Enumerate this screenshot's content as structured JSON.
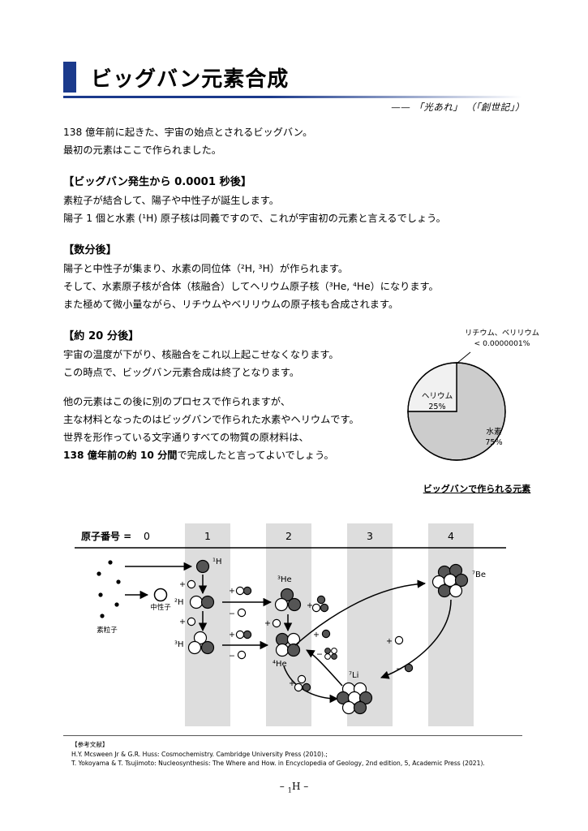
{
  "document": {
    "title": "ビッグバン元素合成",
    "subtitle": "—— 「光あれ」 （「創世記」）",
    "accent_color": "#1b3a8c",
    "page_number": "H",
    "page_number_prefix": "–",
    "page_number_suffix": "–",
    "page_number_sub": "1"
  },
  "intro": {
    "line1": "138 億年前に起きた、宇宙の始点とされるビッグバン。",
    "line2": "最初の元素はここで作られました。"
  },
  "sections": [
    {
      "heading": "【ビッグバン発生から 0.0001 秒後】",
      "lines": [
        "素粒子が結合して、陽子や中性子が誕生します。",
        "陽子 1 個と水素 (¹H) 原子核は同義ですので、これが宇宙初の元素と言えるでしょう。"
      ]
    },
    {
      "heading": "【数分後】",
      "lines": [
        "陽子と中性子が集まり、水素の同位体（²H, ³H）が作られます。",
        "そして、水素原子核が合体（核融合）してヘリウム原子核（³He, ⁴He）になります。",
        "また極めて微小量ながら、リチウムやベリリウムの原子核も合成されます。"
      ]
    },
    {
      "heading": "【約 20 分後】",
      "lines": [
        "宇宙の温度が下がり、核融合をこれ以上起こせなくなります。",
        "この時点で、ビッグバン元素合成は終了となります。"
      ]
    }
  ],
  "closing": {
    "line1": "他の元素はこの後に別のプロセスで作られますが、",
    "line2": "主な材料となったのはビッグバンで作られた水素やヘリウムです。",
    "line3": "世界を形作っている文字通りすべての物質の原材料は、",
    "line4_bold": "138 億年前の約 10 分間",
    "line4_rest": "で完成したと言ってよいでしょう。"
  },
  "chart_data": {
    "type": "pie",
    "title": "ビッグバンで作られる元素",
    "annotation": "リチウム、ベリリウム\n< 0.0000001%",
    "annotation_line1": "リチウム、ベリリウム",
    "annotation_line2": "< 0.0000001%",
    "categories": [
      "水素",
      "ヘリウム",
      "リチウム、ベリリウム"
    ],
    "values": [
      75,
      25,
      1e-07
    ],
    "labels": [
      "75%",
      "25%",
      "< 0.0000001%"
    ],
    "slices": [
      {
        "name": "水素",
        "value": 75,
        "label": "水素",
        "percent_label": "75%",
        "color": "#cccccc"
      },
      {
        "name": "ヘリウム",
        "value": 25,
        "label": "ヘリウム",
        "percent_label": "25%",
        "color": "#f1f1f1"
      },
      {
        "name": "リチウム、ベリリウム",
        "value": 1e-07,
        "label": "リチウム、ベリリウム",
        "percent_label": "< 0.0000001%",
        "color": "#ffffff"
      }
    ],
    "legend_position": "inside",
    "grid": false
  },
  "diagram": {
    "axis_label": "原子番号 =",
    "columns": [
      "0",
      "1",
      "2",
      "3",
      "4"
    ],
    "particles_label": "素粒子",
    "neutron_label": "中性子",
    "nuclei": [
      {
        "id": "H1",
        "label": "¹H",
        "protons": 1,
        "neutrons": 0
      },
      {
        "id": "H2",
        "label": "²H",
        "protons": 1,
        "neutrons": 1
      },
      {
        "id": "H3",
        "label": "³H",
        "protons": 1,
        "neutrons": 2
      },
      {
        "id": "He3",
        "label": "³He",
        "protons": 2,
        "neutrons": 1
      },
      {
        "id": "He4",
        "label": "⁴He",
        "protons": 2,
        "neutrons": 2
      },
      {
        "id": "Be7",
        "label": "⁷Be",
        "protons": 4,
        "neutrons": 3
      },
      {
        "id": "Li7",
        "label": "⁷Li",
        "protons": 3,
        "neutrons": 4
      }
    ],
    "reaction_labels": [
      {
        "id": "h1-h2",
        "text": "+○"
      },
      {
        "id": "h2-h3",
        "text": "+○"
      },
      {
        "id": "he3-he4",
        "text": "+○"
      },
      {
        "id": "h2-he3-add",
        "text": "+"
      },
      {
        "id": "h2-he3-sub",
        "text": "−○"
      },
      {
        "id": "h3-he4-add",
        "text": "+"
      },
      {
        "id": "h3-he4-sub",
        "text": "−○"
      },
      {
        "id": "be7-decay-add",
        "text": "+○"
      },
      {
        "id": "be7-decay-sub",
        "text": "−"
      },
      {
        "id": "li7-add",
        "text": "+"
      },
      {
        "id": "li7-sub",
        "text": "−"
      },
      {
        "id": "he4-add",
        "text": "+"
      }
    ]
  },
  "references": {
    "heading": "【参考文献】",
    "items": [
      "H.Y. Mcsween Jr & G.R. Huss: Cosmochemistry. Cambridge University Press (2010).;",
      "T. Yokoyama & T. Tsujimoto: Nucleosynthesis: The Where and How. in Encyclopedia of Geology, 2nd edition, 5, Academic Press (2021)."
    ]
  }
}
